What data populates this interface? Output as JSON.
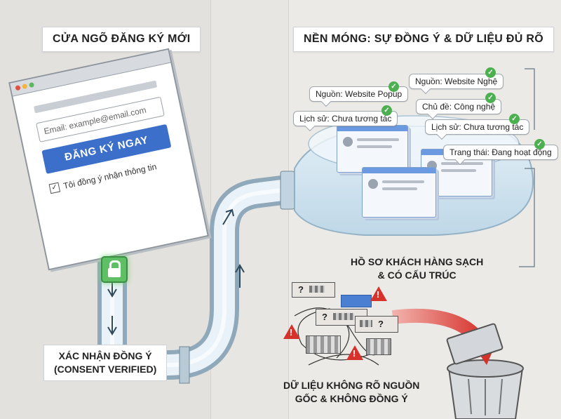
{
  "titles": {
    "left": "CỬA NGÕ ĐĂNG KÝ MỚI",
    "right": "NỀN MÓNG: SỰ ĐỒNG Ý & DỮ LIỆU ĐỦ RÕ"
  },
  "form": {
    "email_placeholder": "Email: example@email.com",
    "submit_label": "ĐĂNG KÝ NGAY",
    "consent_label": "Tôi đồng ý nhận thông tin",
    "consent_checked": true
  },
  "captions": {
    "consent_line1": "XÁC NHẬN ĐỒNG Ý",
    "consent_line2": "(CONSENT VERIFIED)",
    "clean_line1": "HỒ SƠ KHÁCH HÀNG SẠCH",
    "clean_line2": "& CÓ CẤU TRÚC",
    "bad_line1": "DỮ LIỆU KHÔNG RÕ NGUỒN",
    "bad_line2": "GỐC & KHÔNG ĐỒNG Ý"
  },
  "tags": [
    "Nguồn: Website Popup",
    "Nguồn: Website Nghệ",
    "Chủ đề: Công nghệ",
    "Lịch sử: Chưa tương tác",
    "Lịch sử: Chưa tương tác",
    "Trạng thái: Đang hoạt động"
  ],
  "bad_records": [
    "?",
    "?",
    "?"
  ],
  "warning_glyph": "!",
  "colors": {
    "accent_blue": "#3b6fc9",
    "check_green": "#4caf50",
    "warning_red": "#d6322c",
    "pipe": "#c9dde8"
  }
}
